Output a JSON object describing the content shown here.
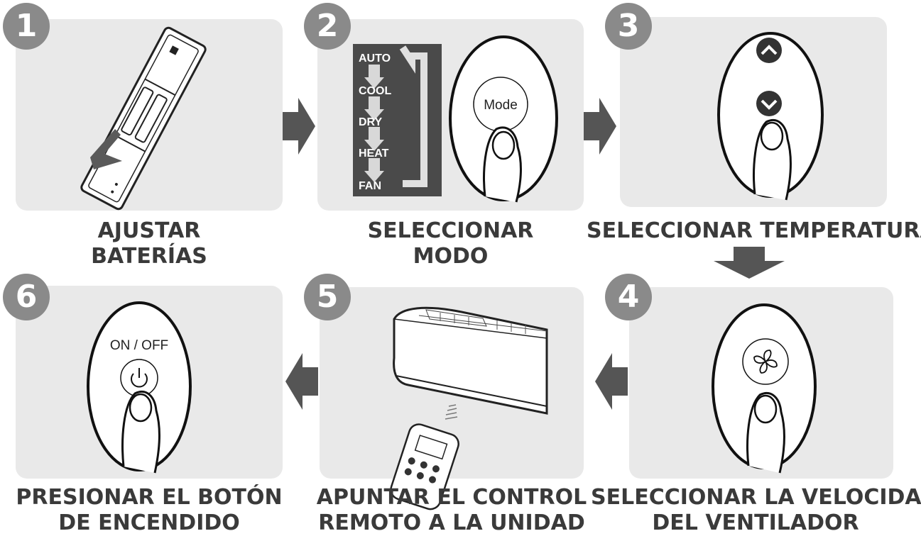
{
  "steps": [
    {
      "number": "1",
      "caption": [
        "AJUSTAR",
        "BATERÍAS"
      ]
    },
    {
      "number": "2",
      "caption": [
        "SELECCIONAR",
        "MODO"
      ]
    },
    {
      "number": "3",
      "caption": [
        "SELECCIONAR TEMPERATURA"
      ]
    },
    {
      "number": "4",
      "caption": [
        "SELECCIONAR LA VELOCIDAD",
        "DEL VENTILADOR"
      ]
    },
    {
      "number": "5",
      "caption": [
        "APUNTAR EL CONTROL",
        "REMOTO A LA UNIDAD"
      ]
    },
    {
      "number": "6",
      "caption": [
        "PRESIONAR EL BOTÓN",
        "DE ENCENDIDO"
      ]
    }
  ],
  "modes": [
    "AUTO",
    "COOL",
    "DRY",
    "HEAT",
    "FAN"
  ],
  "buttons": {
    "mode": "Mode",
    "power": "ON / OFF"
  },
  "colors": {
    "panel": "#e9e9e9",
    "badge": "#8a8a8a",
    "arrow": "#555555",
    "caption": "#3a3a3a",
    "mode_panel": "#4a4a4a"
  }
}
